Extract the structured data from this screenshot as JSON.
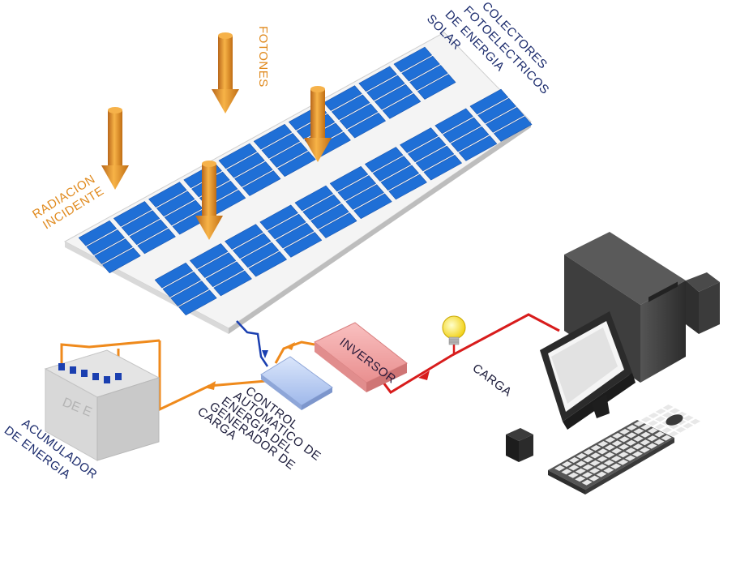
{
  "labels": {
    "collectors": [
      "COLECTORES",
      "FOTOELECTRICOS",
      "DE ENERGIA",
      "SOLAR"
    ],
    "photons": "FOTONES",
    "incident_radiation": [
      "RADIACION",
      "INCIDENTE"
    ],
    "inverter": "INVERSOR",
    "control": [
      "CONTROL",
      "AUTOMATICO DE",
      "ENERGIA DEL",
      "GENERADOR DE",
      "CARGA"
    ],
    "accumulator": [
      "ACUMULADOR",
      "DE ENERGIA"
    ],
    "load": "CARGA"
  },
  "colors": {
    "panel_cell": "#1f6fd6",
    "panel_frame": "#f2f2f2",
    "photon_arrow": "#e8921f",
    "dc_wire": "#ef8a1c",
    "ac_wire": "#d81c1c",
    "panel_wire": "#1a3fb0",
    "inverter_box": "#f4a6a6",
    "control_box": "#b9ccf2",
    "battery": "#d6d6d6",
    "computer": "#3a3a3a"
  },
  "icons": {
    "photon_arrows": "down-arrow-icon",
    "bulb": "light-bulb-icon",
    "battery": "battery-icon",
    "computer": "desktop-computer-icon"
  }
}
